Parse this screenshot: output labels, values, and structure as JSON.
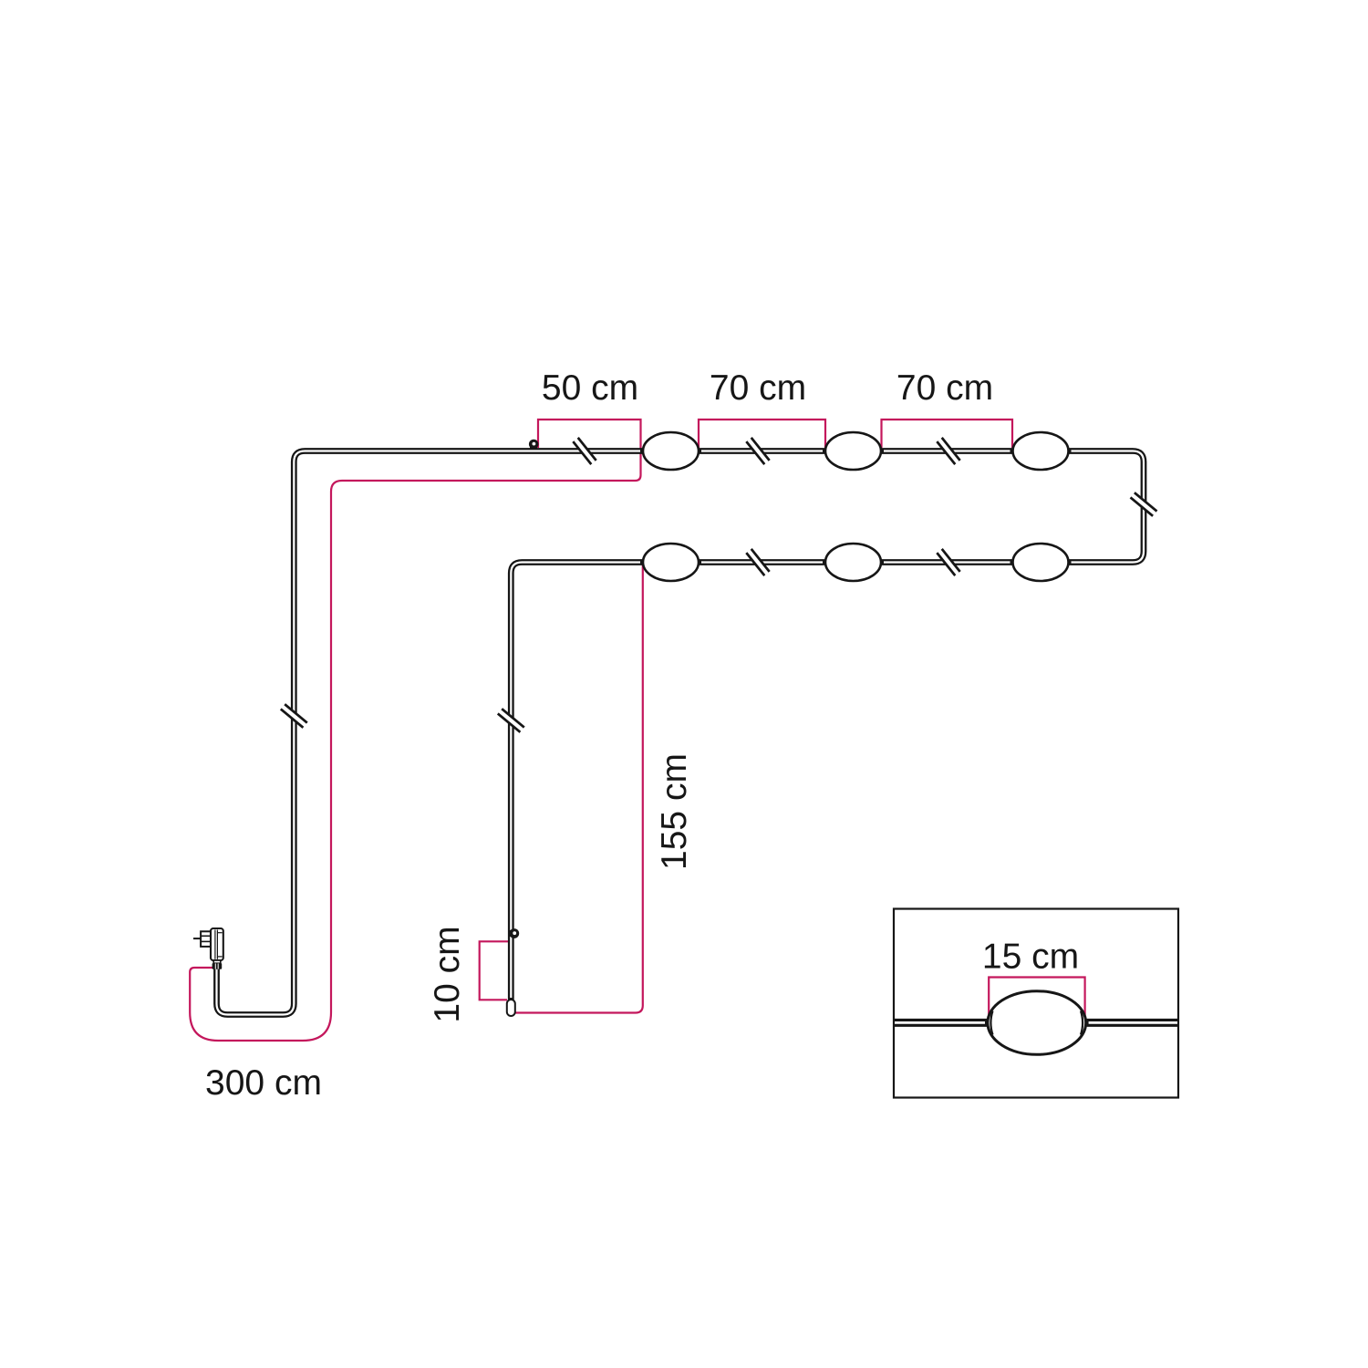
{
  "diagram": {
    "kind": "string-light-garland-dimension-diagram",
    "accent_color": "#C4175C",
    "ink_color": "#161616",
    "background_color": "#ffffff",
    "lamp_count_visible": 6,
    "dimensions": {
      "hook_to_first_lamp": "50 cm",
      "lamp_spacing_1": "70 cm",
      "lamp_spacing_2": "70 cm",
      "drop_to_cable_end": "155 cm",
      "eyelet_to_cable_end": "10 cm",
      "plug_cable": "300 cm",
      "lamp_detail_width": "15 cm"
    }
  }
}
